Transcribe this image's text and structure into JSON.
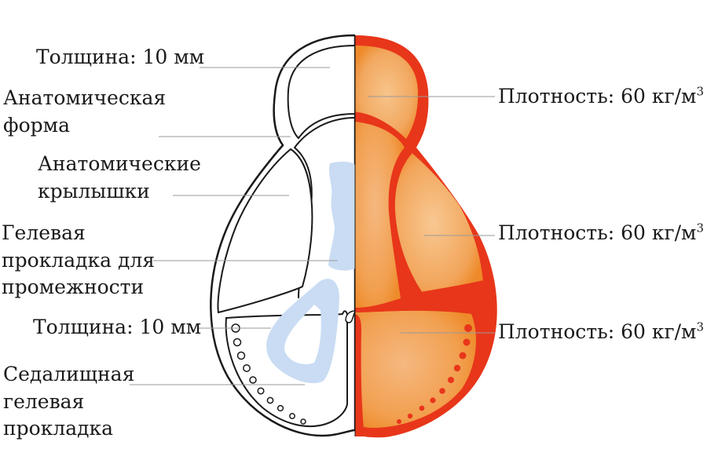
{
  "labels_left": [
    {
      "lines": [
        "Толщина: 10 мм"
      ]
    },
    {
      "lines": [
        "Анатомическая",
        "форма"
      ]
    },
    {
      "lines": [
        "Анатомические",
        "крылышки"
      ]
    },
    {
      "lines": [
        "Гелевая",
        "прокладка для",
        "промежности"
      ]
    },
    {
      "lines": [
        "Толщина: 10 мм"
      ]
    },
    {
      "lines": [
        "Седалищная",
        "гелевая",
        "прокладка"
      ]
    }
  ],
  "labels_right": [
    {
      "text": "Плотность: 60 кг/м",
      "sup": "3"
    },
    {
      "text": "Плотность: 60 кг/м",
      "sup": "3"
    },
    {
      "text": "Плотность: 60 кг/м",
      "sup": "3"
    }
  ],
  "colors": {
    "outline": "#1a1a1a",
    "gel_blue": "#c9dcf3",
    "foam_red": "#e8361a",
    "foam_orange": "#f2a045",
    "foam_light": "#f7c48a",
    "leader_line": "#9a9a9a"
  }
}
